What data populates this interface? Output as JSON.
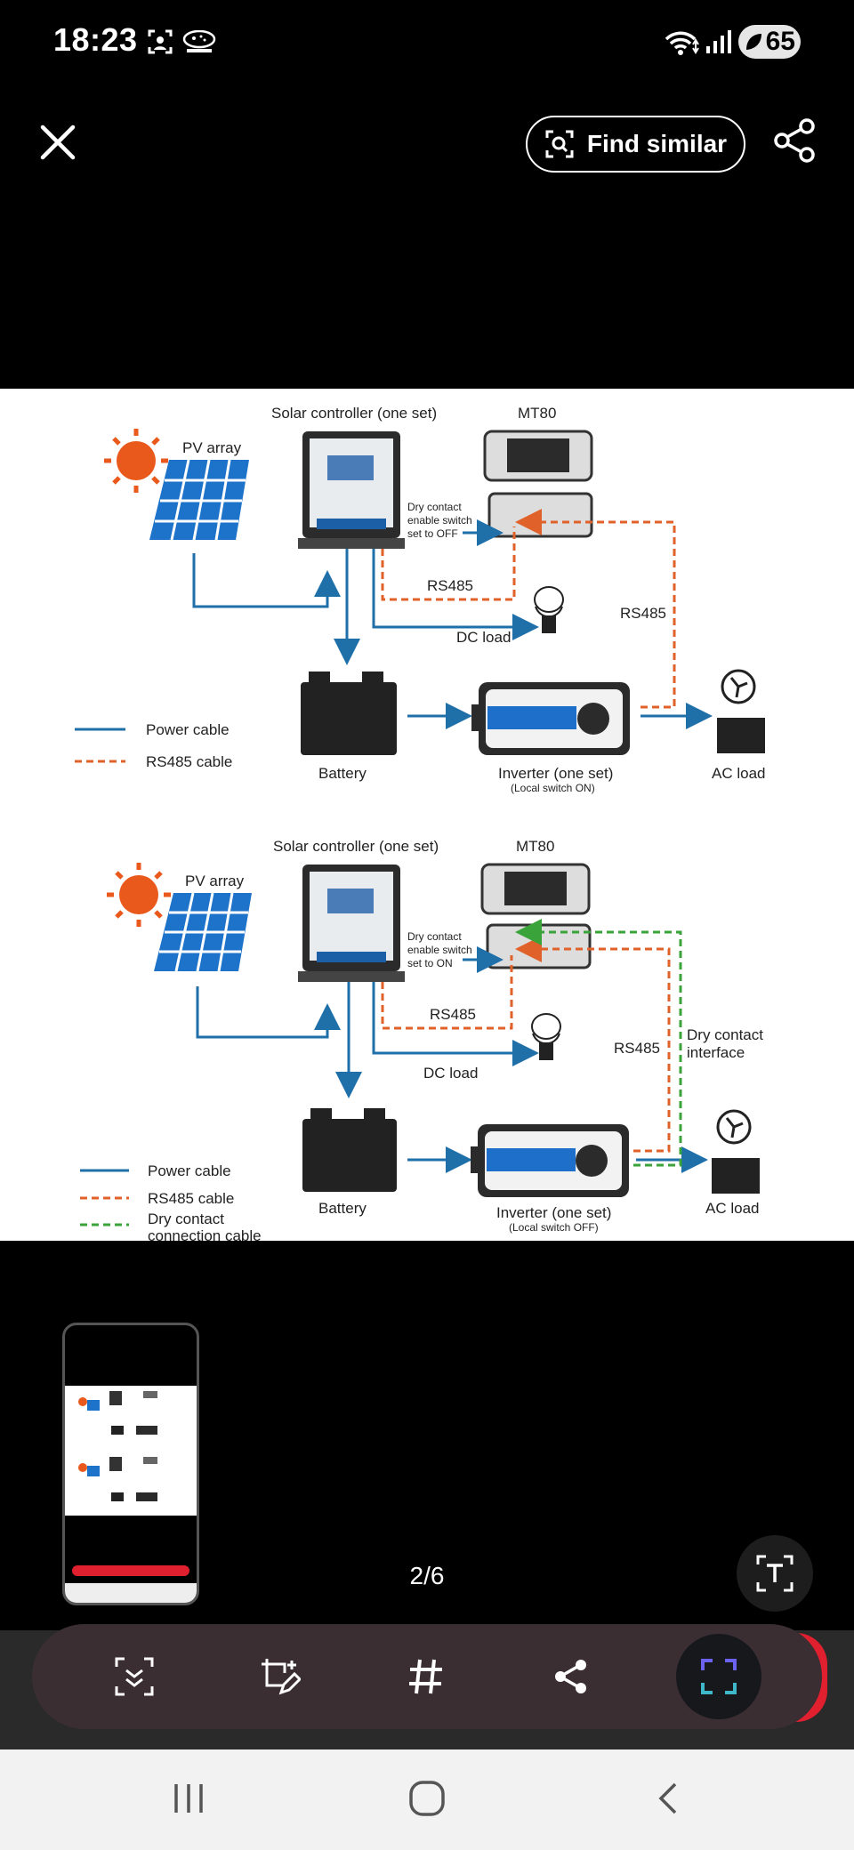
{
  "status_bar": {
    "time": "18:23",
    "battery": "65"
  },
  "top_bar": {
    "find_similar_label": "Find similar"
  },
  "diagram": {
    "top": {
      "controller_label": "Solar controller (one set)",
      "mt80_label": "MT80",
      "pv_label": "PV array",
      "dry_contact_note": [
        "Dry contact",
        "enable switch",
        "set to OFF"
      ],
      "rs485_a": "RS485",
      "rs485_b": "RS485",
      "dc_load": "DC load",
      "battery": "Battery",
      "inverter": "Inverter (one set)",
      "inverter_note": "(Local switch ON)",
      "ac_load": "AC load",
      "legend": [
        "Power cable",
        "RS485 cable"
      ]
    },
    "bottom": {
      "controller_label": "Solar controller (one set)",
      "mt80_label": "MT80",
      "pv_label": "PV array",
      "dry_contact_note": [
        "Dry contact",
        "enable switch",
        "set to ON"
      ],
      "rs485_a": "RS485",
      "rs485_b": "RS485",
      "dry_interface": [
        "Dry contact",
        "interface"
      ],
      "dc_load": "DC load",
      "battery": "Battery",
      "inverter": "Inverter (one set)",
      "inverter_note": "(Local switch OFF)",
      "ac_load": "AC load",
      "legend": [
        "Power cable",
        "RS485 cable",
        "Dry contact",
        "connection cable"
      ]
    },
    "colors": {
      "power": "#1f6fa8",
      "rs485": "#e0622a",
      "dry": "#3aa33a"
    }
  },
  "viewer": {
    "page_indicator": "2/6"
  },
  "toolbar": {
    "items": [
      "scan-icon",
      "edit-crop-icon",
      "hashtag-icon",
      "share-icon",
      "capture-icon"
    ]
  }
}
